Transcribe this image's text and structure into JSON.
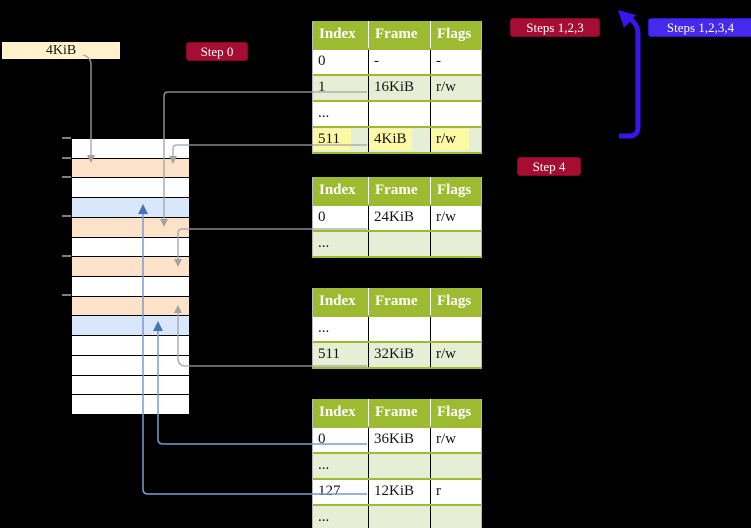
{
  "colors": {
    "table_header_green": "#9cbb31",
    "table_row_green": "#e7eed6",
    "highlight_yellow": "#fdf9a4",
    "frame_peach": "#fbe2c8",
    "frame_blue": "#d9e7fa",
    "label_cream": "#fff2cc",
    "badge_red": "#a50d33",
    "badge_blue": "#4629ea",
    "arrow_indigo": "#3c14ee",
    "line_gray": "#a3a3a3",
    "line_blue": "#7d9cce",
    "arrowhead_blue": "#4a72b8"
  },
  "frame_size_label": "4KiB",
  "badges": {
    "step0": "Step 0",
    "steps123": "Steps 1,2,3",
    "steps1234": "Steps 1,2,3,4",
    "step4": "Step 4"
  },
  "memory_strip": {
    "rows": [
      "white",
      "peach",
      "white",
      "blue",
      "peach",
      "white",
      "peach",
      "white",
      "peach",
      "blue",
      "white",
      "white",
      "white",
      "white"
    ]
  },
  "page_tables": [
    {
      "headers": [
        "Index",
        "Frame",
        "Flags"
      ],
      "rows": [
        {
          "cells": [
            "0",
            "-",
            "-"
          ],
          "shade": "white",
          "highlight": false
        },
        {
          "cells": [
            "1",
            "16KiB",
            "r/w"
          ],
          "shade": "green",
          "highlight": false
        },
        {
          "cells": [
            "...",
            "",
            ""
          ],
          "shade": "white",
          "highlight": false
        },
        {
          "cells": [
            "511",
            "4KiB",
            "r/w"
          ],
          "shade": "green",
          "highlight": true
        }
      ]
    },
    {
      "headers": [
        "Index",
        "Frame",
        "Flags"
      ],
      "rows": [
        {
          "cells": [
            "0",
            "24KiB",
            "r/w"
          ],
          "shade": "white",
          "highlight": false
        },
        {
          "cells": [
            "...",
            "",
            ""
          ],
          "shade": "green",
          "highlight": false
        }
      ]
    },
    {
      "headers": [
        "Index",
        "Frame",
        "Flags"
      ],
      "rows": [
        {
          "cells": [
            "...",
            "",
            ""
          ],
          "shade": "white",
          "highlight": false
        },
        {
          "cells": [
            "511",
            "32KiB",
            "r/w"
          ],
          "shade": "green",
          "highlight": false
        }
      ]
    },
    {
      "headers": [
        "Index",
        "Frame",
        "Flags"
      ],
      "rows": [
        {
          "cells": [
            "0",
            "36KiB",
            "r/w"
          ],
          "shade": "white",
          "highlight": false
        },
        {
          "cells": [
            "...",
            "",
            ""
          ],
          "shade": "green",
          "highlight": false
        },
        {
          "cells": [
            "127",
            "12KiB",
            "r"
          ],
          "shade": "white",
          "highlight": false
        },
        {
          "cells": [
            "...",
            "",
            ""
          ],
          "shade": "green",
          "highlight": false
        }
      ]
    }
  ]
}
